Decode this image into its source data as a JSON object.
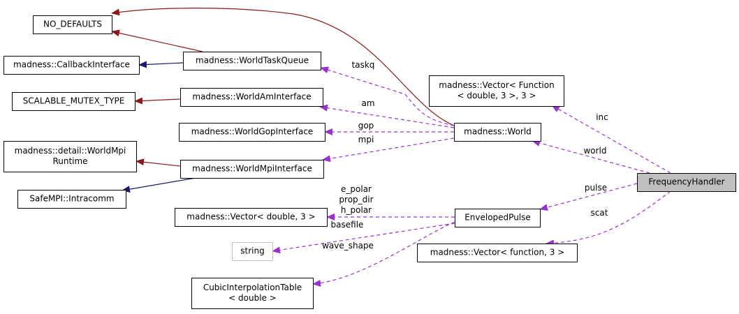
{
  "diagram": {
    "nodes": [
      {
        "id": "no_defaults",
        "lines": [
          "NO_DEFAULTS"
        ],
        "style": "normal"
      },
      {
        "id": "callback",
        "lines": [
          "madness::CallbackInterface"
        ],
        "style": "normal"
      },
      {
        "id": "scalable",
        "lines": [
          "SCALABLE_MUTEX_TYPE"
        ],
        "style": "normal"
      },
      {
        "id": "worldmpiruntime",
        "lines": [
          "madness::detail::WorldMpi",
          "Runtime"
        ],
        "style": "normal"
      },
      {
        "id": "safempi",
        "lines": [
          "SafeMPI::Intracomm"
        ],
        "style": "normal"
      },
      {
        "id": "taskqueue",
        "lines": [
          "madness::WorldTaskQueue"
        ],
        "style": "normal"
      },
      {
        "id": "aminterface",
        "lines": [
          "madness::WorldAmInterface"
        ],
        "style": "normal"
      },
      {
        "id": "gopinterface",
        "lines": [
          "madness::WorldGopInterface"
        ],
        "style": "normal"
      },
      {
        "id": "mpiinterface",
        "lines": [
          "madness::WorldMpiInterface"
        ],
        "style": "normal"
      },
      {
        "id": "vector3",
        "lines": [
          "madness::Vector< double, 3 >"
        ],
        "style": "normal"
      },
      {
        "id": "string",
        "lines": [
          "string"
        ],
        "style": "gray"
      },
      {
        "id": "cubic",
        "lines": [
          "CubicInterpolationTable",
          "< double >"
        ],
        "style": "normal"
      },
      {
        "id": "vecfunc",
        "lines": [
          "madness::Vector< Function",
          "< double, 3 >, 3 >"
        ],
        "style": "normal"
      },
      {
        "id": "world",
        "lines": [
          "madness::World"
        ],
        "style": "normal"
      },
      {
        "id": "pulse",
        "lines": [
          "EnvelopedPulse"
        ],
        "style": "normal"
      },
      {
        "id": "vecfunction",
        "lines": [
          "madness::Vector< function, 3 >"
        ],
        "style": "normal"
      },
      {
        "id": "freq",
        "lines": [
          "FrequencyHandler"
        ],
        "style": "highlight"
      }
    ],
    "edges": [
      {
        "from": "taskqueue",
        "to": "no_defaults",
        "kind": "inherit-red",
        "label": ""
      },
      {
        "from": "world",
        "to": "no_defaults",
        "kind": "inherit-red",
        "label": ""
      },
      {
        "from": "taskqueue",
        "to": "callback",
        "kind": "inherit-blue",
        "label": ""
      },
      {
        "from": "aminterface",
        "to": "scalable",
        "kind": "inherit-red",
        "label": ""
      },
      {
        "from": "mpiinterface",
        "to": "worldmpiruntime",
        "kind": "inherit-red",
        "label": ""
      },
      {
        "from": "mpiinterface",
        "to": "safempi",
        "kind": "inherit-blue",
        "label": ""
      },
      {
        "from": "world",
        "to": "taskqueue",
        "kind": "use",
        "label": "taskq"
      },
      {
        "from": "world",
        "to": "aminterface",
        "kind": "use",
        "label": "am"
      },
      {
        "from": "world",
        "to": "gopinterface",
        "kind": "use",
        "label": "gop"
      },
      {
        "from": "world",
        "to": "mpiinterface",
        "kind": "use",
        "label": "mpi"
      },
      {
        "from": "freq",
        "to": "vecfunc",
        "kind": "use",
        "label": "inc"
      },
      {
        "from": "freq",
        "to": "world",
        "kind": "use",
        "label": "world"
      },
      {
        "from": "freq",
        "to": "pulse",
        "kind": "use",
        "label": "pulse"
      },
      {
        "from": "freq",
        "to": "vecfunction",
        "kind": "use",
        "label": "scat"
      },
      {
        "from": "pulse",
        "to": "vector3",
        "kind": "use",
        "label": "e_polar\nprop_dir\nh_polar"
      },
      {
        "from": "pulse",
        "to": "string",
        "kind": "use",
        "label": "basefile"
      },
      {
        "from": "pulse",
        "to": "cubic",
        "kind": "use",
        "label": "wave_shape"
      }
    ],
    "colors": {
      "inherit_red": "#8b1a1a",
      "inherit_blue": "#191970",
      "use": "#9a32cd",
      "highlight_fill": "#bfbfbf",
      "gray_border": "#bfbfbf"
    }
  }
}
